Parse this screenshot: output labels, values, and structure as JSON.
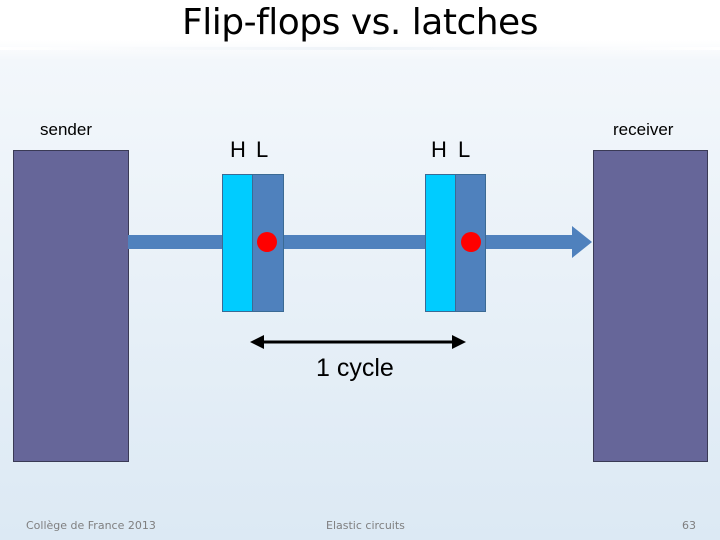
{
  "slide": {
    "title": "Flip-flops vs. latches",
    "sender_label": "sender",
    "receiver_label": "receiver",
    "latch_pairs": [
      {
        "h_label": "H",
        "l_label": "L"
      },
      {
        "h_label": "H",
        "l_label": "L"
      }
    ],
    "cycle_label": "1 cycle"
  },
  "footer": {
    "left": "Collège de France 2013",
    "center": "Elastic circuits",
    "page_number": "63"
  },
  "colors": {
    "block": "#666699",
    "wire": "#4f81bd",
    "latch_h": "#00ccff",
    "latch_l": "#4f81bd",
    "token": "#ff0000"
  }
}
